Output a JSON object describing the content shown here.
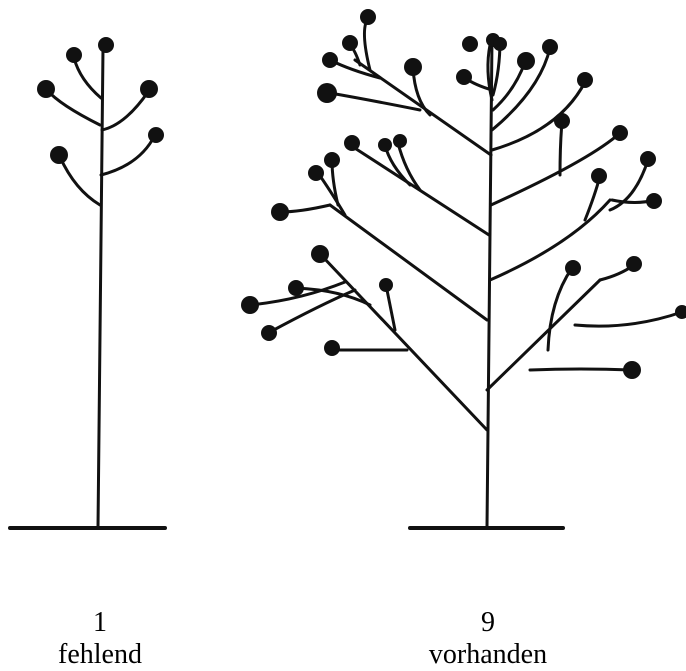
{
  "figure": {
    "plants": [
      {
        "id": "plant-1",
        "score": "1",
        "label": "fehlend"
      },
      {
        "id": "plant-9",
        "score": "9",
        "label": "vorhanden"
      }
    ],
    "colors": {
      "ink": "#111111",
      "background": "#ffffff"
    }
  }
}
